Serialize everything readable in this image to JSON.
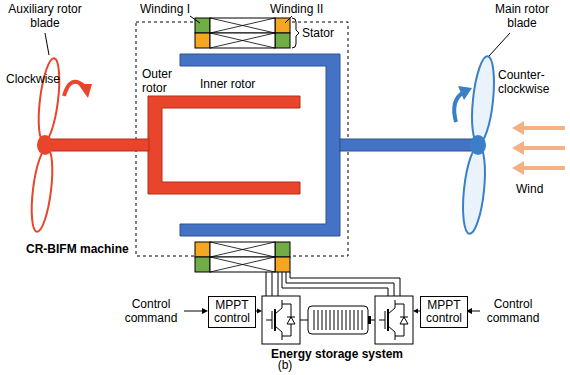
{
  "diagram": {
    "caption": "(b)",
    "nodes": [
      {
        "text": [
          "MPPT control"
        ]
      },
      {
        "text": [
          "MPPT control"
        ]
      }
    ],
    "labels": [
      "Auxiliary rotor blade",
      "Winding I",
      "Winding II",
      "Main rotor blade",
      "Stator",
      "Clockwise",
      "Outer rotor",
      "Counter-clockwise",
      "Inner rotor",
      "Wind",
      "CR-BIFM machine",
      "Control command",
      "Control command",
      "Energy storage system"
    ]
  }
}
